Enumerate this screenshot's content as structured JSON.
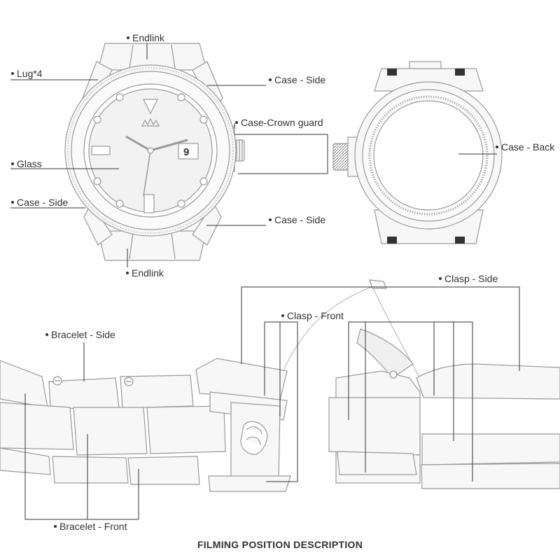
{
  "labels": {
    "endlink_top": "Endlink",
    "lug": "Lug*4",
    "case_side_top": "Case - Side",
    "crown_guard": "Case-Crown guard",
    "case_back": "Case - Back",
    "glass": "Glass",
    "case_side_left": "Case - Side",
    "case_side_bottom": "Case - Side",
    "endlink_bottom": "Endlink",
    "clasp_side": "Clasp - Side",
    "clasp_front": "Clasp - Front",
    "bracelet_side": "Bracelet - Side",
    "bracelet_front": "Bracelet - Front"
  },
  "watch": {
    "date_numeral": "9"
  },
  "caption": "FILMING POSITION DESCRIPTION",
  "colors": {
    "line": "#333333",
    "sketch": "#9a9a9a",
    "fill": "#f7f7f7"
  }
}
